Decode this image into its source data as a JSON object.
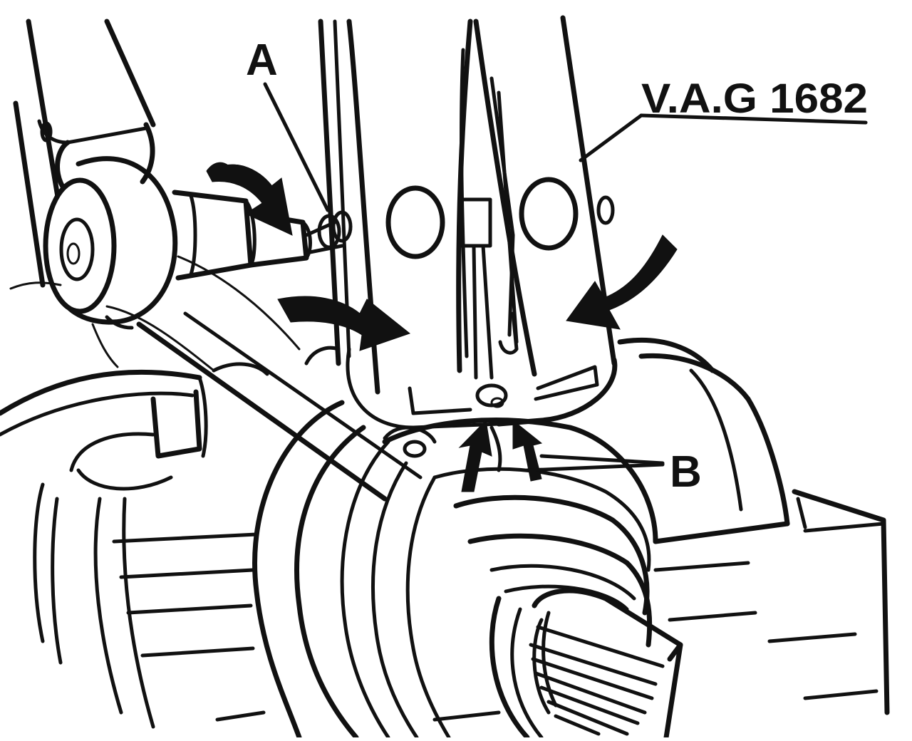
{
  "labels": {
    "tool": "V.A.G 1682",
    "a": "A",
    "b": "B"
  },
  "colors": {
    "ink": "#111111",
    "paper": "#ffffff"
  }
}
